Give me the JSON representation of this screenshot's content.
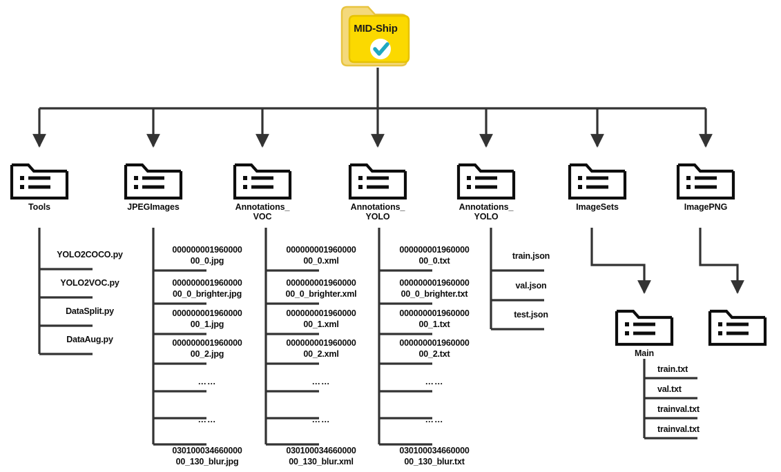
{
  "diagram": {
    "title": "MID-Ship dataset directory structure",
    "root": {
      "label": "MID-Ship",
      "icon": "folder-checked-icon",
      "colors": {
        "folder_front": "#FBD900",
        "folder_back": "#F2D37A",
        "folder_stroke": "#E0B800",
        "check": "#1FA8C0",
        "check_bg": "#FFFFFF"
      }
    },
    "line_color": "#333333",
    "children": [
      {
        "label": "Tools",
        "label_lines": [
          "Tools"
        ],
        "files": [
          "YOLO2COCO.py",
          "YOLO2VOC.py",
          "DataSplit.py",
          "DataAug.py"
        ]
      },
      {
        "label": "JPEGImages",
        "label_lines": [
          "JPEGImages"
        ],
        "files": [
          "000000001960000\n00_0.jpg",
          "000000001960000\n00_0_brighter.jpg",
          "000000001960000\n00_1.jpg",
          "000000001960000\n00_2.jpg",
          "……",
          "……",
          "030100034660000\n00_130_blur.jpg"
        ]
      },
      {
        "label": "Annotations_VOC",
        "label_lines": [
          "Annotations_",
          "VOC"
        ],
        "files": [
          "000000001960000\n00_0.xml",
          "000000001960000\n00_0_brighter.xml",
          "000000001960000\n00_1.xml",
          "000000001960000\n00_2.xml",
          "……",
          "……",
          "030100034660000\n00_130_blur.xml"
        ]
      },
      {
        "label": "Annotations_YOLO",
        "label_lines": [
          "Annotations_",
          "YOLO"
        ],
        "files": [
          "000000001960000\n00_0.txt",
          "000000001960000\n00_0_brighter.txt",
          "000000001960000\n00_1.txt",
          "000000001960000\n00_2.txt",
          "……",
          "……",
          "030100034660000\n00_130_blur.txt"
        ]
      },
      {
        "label": "Annotations_YOLO",
        "label_lines": [
          "Annotations_",
          "YOLO"
        ],
        "files": [
          "train.json",
          "val.json",
          "test.json"
        ]
      },
      {
        "label": "ImageSets",
        "label_lines": [
          "ImageSets"
        ],
        "subfolder": {
          "label": "Main",
          "files": [
            "train.txt",
            "val.txt",
            "trainval.txt",
            "trainval.txt"
          ]
        }
      },
      {
        "label": "ImagePNG",
        "label_lines": [
          "ImagePNG"
        ],
        "subfolder": {
          "label": "",
          "files": []
        }
      }
    ]
  }
}
